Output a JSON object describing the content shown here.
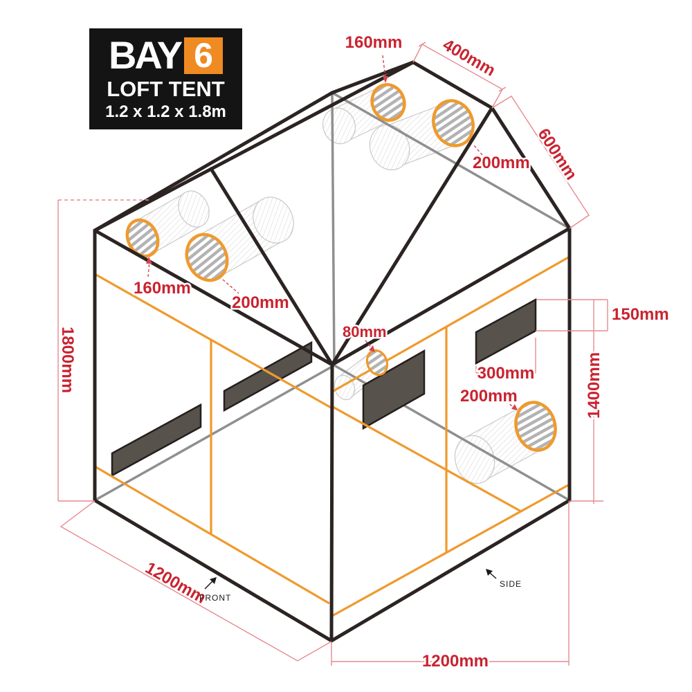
{
  "logo": {
    "brand": "BAY",
    "model_number": "6",
    "product": "LOFT TENT",
    "size": "1.2 x 1.2 x 1.8m"
  },
  "labels": {
    "roof_port_top": "160mm",
    "ridge_length": "400mm",
    "roof_slope": "600mm",
    "roof_port_right": "200mm",
    "roof_port_left": "160mm",
    "roof_port_mid": "200mm",
    "cable_port": "80mm",
    "side_vent_height": "150mm",
    "side_vent_width": "300mm",
    "wall_height": "1400mm",
    "side_duct_port": "200mm",
    "total_height": "1800mm",
    "front_width": "1200mm",
    "side_depth": "1200mm",
    "front_face": "FRONT",
    "side_face": "SIDE"
  },
  "colors": {
    "accent_red": "#c92330",
    "dimension_line_pink": "#e68a90",
    "frame_black": "#2b2422",
    "trim_orange": "#ef9a2d",
    "pole_gray": "#8f8f8f",
    "vent_fill": "#57524c",
    "logo_orange": "#ef8b22"
  }
}
